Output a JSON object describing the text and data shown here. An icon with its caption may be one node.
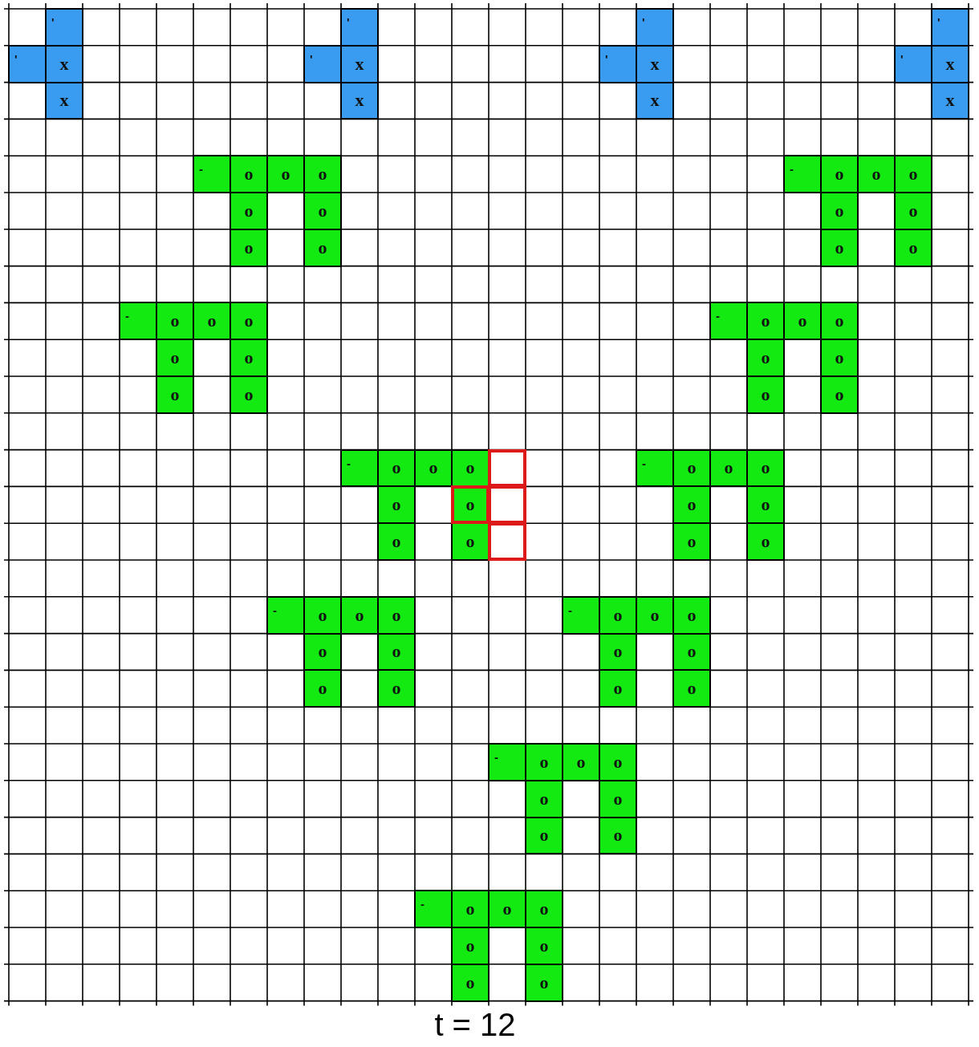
{
  "diagram": {
    "caption": "t = 12",
    "nodes": [
      {
        "text": [
          "'"
        ]
      },
      {
        "text": [
          "'"
        ]
      },
      {
        "text": [
          "'"
        ]
      },
      {
        "text": [
          "'"
        ]
      },
      {
        "text": [
          "'"
        ]
      },
      {
        "text": [
          "x"
        ]
      },
      {
        "text": [
          "'"
        ]
      },
      {
        "text": [
          "x"
        ]
      },
      {
        "text": [
          "'"
        ]
      },
      {
        "text": [
          "x"
        ]
      },
      {
        "text": [
          "'"
        ]
      },
      {
        "text": [
          "x"
        ]
      },
      {
        "text": [
          "x"
        ]
      },
      {
        "text": [
          "x"
        ]
      },
      {
        "text": [
          "x"
        ]
      },
      {
        "text": [
          "x"
        ]
      },
      {
        "text": [
          "-"
        ]
      },
      {
        "text": [
          "o"
        ]
      },
      {
        "text": [
          "o"
        ]
      },
      {
        "text": [
          "o"
        ]
      },
      {
        "text": [
          "-"
        ]
      },
      {
        "text": [
          "o"
        ]
      },
      {
        "text": [
          "o"
        ]
      },
      {
        "text": [
          "o"
        ]
      },
      {
        "text": [
          "o"
        ]
      },
      {
        "text": [
          "o"
        ]
      },
      {
        "text": [
          "o"
        ]
      },
      {
        "text": [
          "o"
        ]
      },
      {
        "text": [
          "o"
        ]
      },
      {
        "text": [
          "o"
        ]
      },
      {
        "text": [
          "o"
        ]
      },
      {
        "text": [
          "o"
        ]
      },
      {
        "text": [
          "-"
        ]
      },
      {
        "text": [
          "o"
        ]
      },
      {
        "text": [
          "o"
        ]
      },
      {
        "text": [
          "o"
        ]
      },
      {
        "text": [
          "-"
        ]
      },
      {
        "text": [
          "o"
        ]
      },
      {
        "text": [
          "o"
        ]
      },
      {
        "text": [
          "o"
        ]
      },
      {
        "text": [
          "o"
        ]
      },
      {
        "text": [
          "o"
        ]
      },
      {
        "text": [
          "o"
        ]
      },
      {
        "text": [
          "o"
        ]
      },
      {
        "text": [
          "o"
        ]
      },
      {
        "text": [
          "o"
        ]
      },
      {
        "text": [
          "o"
        ]
      },
      {
        "text": [
          "o"
        ]
      },
      {
        "text": [
          "-"
        ]
      },
      {
        "text": [
          "o"
        ]
      },
      {
        "text": [
          "o"
        ]
      },
      {
        "text": [
          "o"
        ]
      },
      {
        "text": [],
        "shape": "box"
      },
      {
        "text": [
          "-"
        ]
      },
      {
        "text": [
          "o"
        ]
      },
      {
        "text": [
          "o"
        ]
      },
      {
        "text": [
          "o"
        ]
      },
      {
        "text": [
          "o"
        ]
      },
      {
        "text": [
          "o"
        ]
      },
      {
        "text": [],
        "shape": "box"
      },
      {
        "text": [
          "o"
        ]
      },
      {
        "text": [
          "o"
        ]
      },
      {
        "text": [
          "o"
        ]
      },
      {
        "text": [
          "o"
        ]
      },
      {
        "text": [],
        "shape": "box"
      },
      {
        "text": [
          "o"
        ]
      },
      {
        "text": [
          "o"
        ]
      },
      {
        "text": [
          "-"
        ]
      },
      {
        "text": [
          "o"
        ]
      },
      {
        "text": [
          "o"
        ]
      },
      {
        "text": [
          "o"
        ]
      },
      {
        "text": [
          "-"
        ]
      },
      {
        "text": [
          "o"
        ]
      },
      {
        "text": [
          "o"
        ]
      },
      {
        "text": [
          "o"
        ]
      },
      {
        "text": [
          "o"
        ]
      },
      {
        "text": [
          "o"
        ]
      },
      {
        "text": [
          "o"
        ]
      },
      {
        "text": [
          "o"
        ]
      },
      {
        "text": [
          "o"
        ]
      },
      {
        "text": [
          "o"
        ]
      },
      {
        "text": [
          "o"
        ]
      },
      {
        "text": [
          "o"
        ]
      },
      {
        "text": [
          "-"
        ]
      },
      {
        "text": [
          "o"
        ]
      },
      {
        "text": [
          "o"
        ]
      },
      {
        "text": [
          "o"
        ]
      },
      {
        "text": [
          "o"
        ]
      },
      {
        "text": [
          "o"
        ]
      },
      {
        "text": [
          "o"
        ]
      },
      {
        "text": [
          "o"
        ]
      },
      {
        "text": [
          "-"
        ]
      },
      {
        "text": [
          "o"
        ]
      },
      {
        "text": [
          "o"
        ]
      },
      {
        "text": [
          "o"
        ]
      },
      {
        "text": [
          "o"
        ]
      },
      {
        "text": [
          "o"
        ]
      },
      {
        "text": [
          "o"
        ]
      },
      {
        "text": [
          "o"
        ]
      }
    ]
  }
}
